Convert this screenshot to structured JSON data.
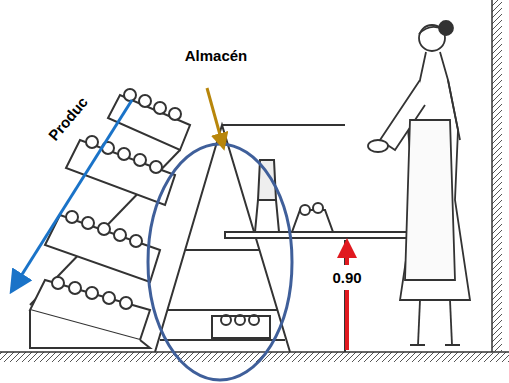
{
  "diagram": {
    "labels": [
      "Almacén",
      "Produc",
      "0.90"
    ]
  }
}
